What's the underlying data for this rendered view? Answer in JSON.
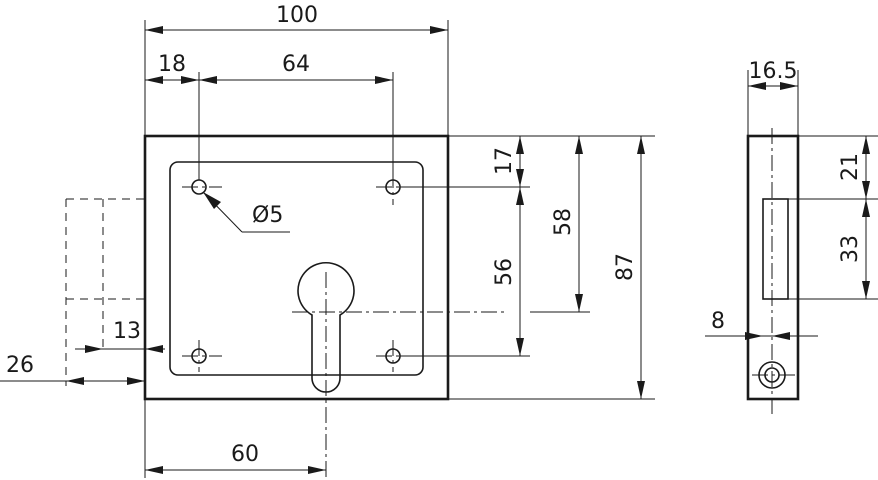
{
  "dimensions": {
    "overall_width": "100",
    "left_hole_offset": "18",
    "hole_spacing": "64",
    "hole_diameter": "Ø5",
    "top_hole_offset": "17",
    "vertical_hole_spacing": "56",
    "cylinder_height": "58",
    "overall_height": "87",
    "bolt_offset_small": "13",
    "bolt_offset_large": "26",
    "cylinder_center": "60",
    "side_depth": "16.5",
    "side_top": "21",
    "side_slot": "33",
    "side_bolt": "8"
  }
}
